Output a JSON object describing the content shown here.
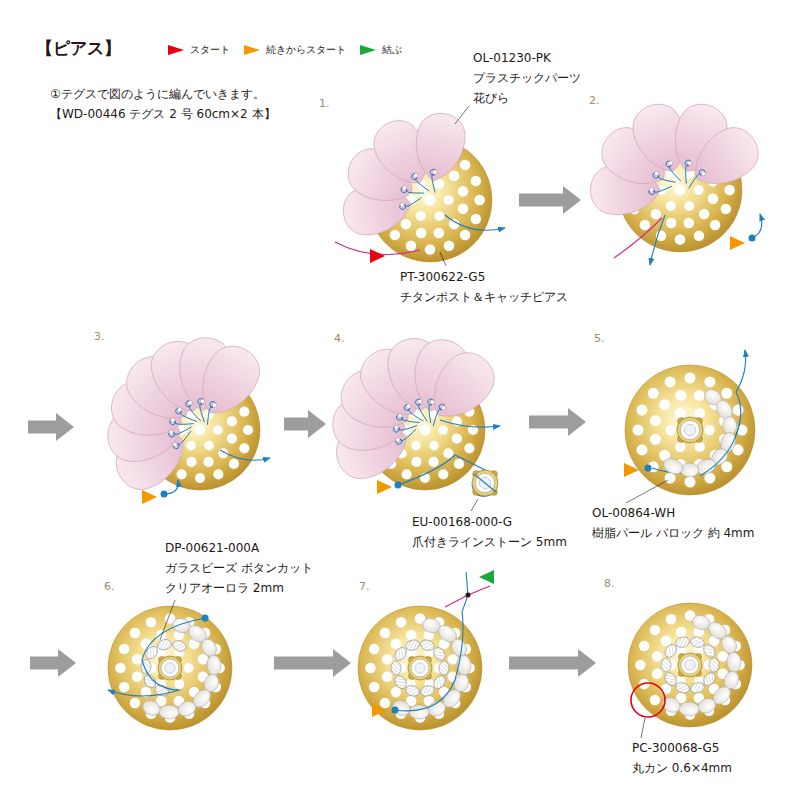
{
  "diagram": {
    "title": "【ピアス】",
    "nodes": [
      {
        "text": [
          "1."
        ]
      },
      {
        "text": [
          "2."
        ]
      },
      {
        "text": [
          "3."
        ]
      },
      {
        "text": [
          "4."
        ]
      },
      {
        "text": [
          "5."
        ]
      },
      {
        "text": [
          "6."
        ]
      },
      {
        "text": [
          "7."
        ]
      },
      {
        "text": [
          "8."
        ]
      }
    ],
    "edges": [
      {
        "from": 0,
        "to": 1,
        "arrow": "to"
      },
      {
        "from": 2,
        "to": 3,
        "arrow": "to"
      },
      {
        "from": 3,
        "to": 4,
        "arrow": "to"
      },
      {
        "from": 5,
        "to": 6,
        "arrow": "to"
      },
      {
        "from": 6,
        "to": 7,
        "arrow": "to"
      }
    ],
    "labels": [
      "①テグスで図のように編んでいきます。",
      "【WD-00446 テグス 2 号 60cm×2 本】",
      "OL-01230-PK",
      "プラスチックパーツ",
      "花びら",
      "PT-300622-G5",
      "チタンポスト＆キャッチピアス",
      "EU-00168-000-G",
      "爪付きラインストーン 5mm",
      "OL-00864-WH",
      "樹脂パール バロック 約 4mm",
      "DP-00621-000A",
      "ガラスビーズ ボタンカット",
      "クリアオーロラ 2mm",
      "PC-300068-G5",
      "丸カン 0.6×4mm"
    ],
    "legend": [
      {
        "text": "スタート",
        "color": "#e60012"
      },
      {
        "text": "続きからスタート",
        "color": "#f39800"
      },
      {
        "text": "結ぶ",
        "color": "#1aa83a"
      }
    ]
  }
}
